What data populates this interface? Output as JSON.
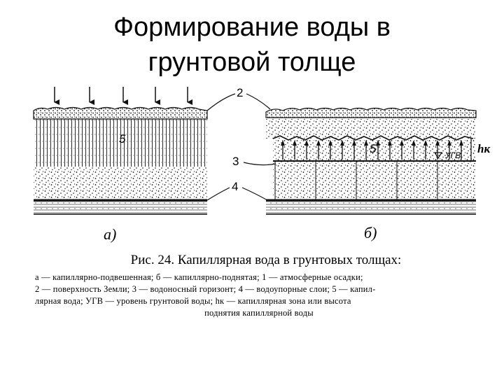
{
  "slide": {
    "title_line1": "Формирование воды в",
    "title_line2": "грунтовой толще"
  },
  "diagram": {
    "panel_a_label": "а)",
    "panel_b_label": "б)",
    "callouts": [
      "2",
      "3",
      "4"
    ],
    "zone_label_a": "5",
    "zone_label_b": "5",
    "ugv_label": "УГВ",
    "hk_label": "hк",
    "colors": {
      "ink": "#111111",
      "paper": "#ffffff"
    },
    "icons": [
      "precipitation-arrow-icon",
      "capillary-rise-arrow-icon"
    ]
  },
  "caption": {
    "title": "Рис. 24. Капиллярная вода в грунтовых толщах:",
    "line1": "а — капиллярно-подвешенная;  б — капиллярно-поднятая;  1 — атмосферные осадки;",
    "line2": "2 — поверхность Земли;  3 — водоносный горизонт;  4 — водоупорные слои;  5 — капил-",
    "line3": "лярная вода;  УГВ — уровень грунтовой воды;  hк — капиллярная зона или высота",
    "line4": "поднятия капиллярной воды"
  }
}
